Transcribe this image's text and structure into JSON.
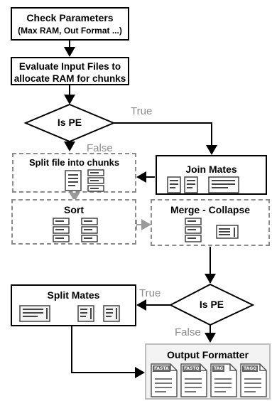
{
  "nodes": {
    "check_params": {
      "line1": "Check Parameters",
      "line2": "(Max RAM, Out Format ...)"
    },
    "evaluate": {
      "line1": "Evaluate Input Files to",
      "line2": "allocate RAM for chunks"
    },
    "is_pe_1": {
      "label": "Is PE"
    },
    "split_chunks": {
      "label": "Split file into chunks"
    },
    "join_mates": {
      "label": "Join Mates"
    },
    "sort": {
      "label": "Sort"
    },
    "merge_collapse": {
      "label": "Merge - Collapse"
    },
    "split_mates": {
      "label": "Split Mates"
    },
    "is_pe_2": {
      "label": "Is PE"
    },
    "output_formatter": {
      "label": "Output Formatter",
      "formats": [
        "FASTA",
        "FASTQ",
        "TAG",
        "TAGQ"
      ]
    }
  },
  "edges": {
    "true_1": "True",
    "false_1": "False",
    "true_2": "True",
    "false_2": "False"
  }
}
